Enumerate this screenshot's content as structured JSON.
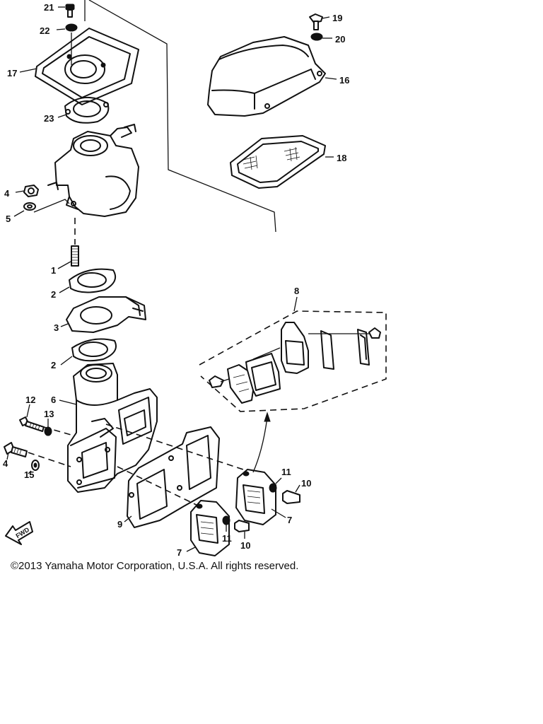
{
  "diagram": {
    "callouts": {
      "c1": "1",
      "c2a": "2",
      "c2b": "2",
      "c3": "3",
      "c4a": "4",
      "c4b": "4",
      "c5": "5",
      "c6": "6",
      "c7a": "7",
      "c7b": "7",
      "c8": "8",
      "c9": "9",
      "c10a": "10",
      "c10b": "10",
      "c11a": "11",
      "c11b": "11",
      "c12": "12",
      "c13": "13",
      "c15": "15",
      "c16": "16",
      "c17": "17",
      "c18": "18",
      "c19": "19",
      "c20": "20",
      "c21": "21",
      "c22": "22",
      "c23": "23"
    },
    "direction_label": "FWD"
  },
  "footer": {
    "copyright": "©2013 Yamaha Motor Corporation, U.S.A. All rights reserved."
  }
}
